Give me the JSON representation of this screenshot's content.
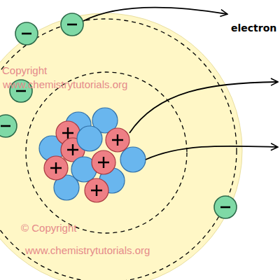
{
  "diagram": {
    "labels": [
      "electron",
      "Copyright",
      "www.chemistrytutorials.org",
      "© Copyright",
      "www.chemistrytutorials.org"
    ]
  }
}
